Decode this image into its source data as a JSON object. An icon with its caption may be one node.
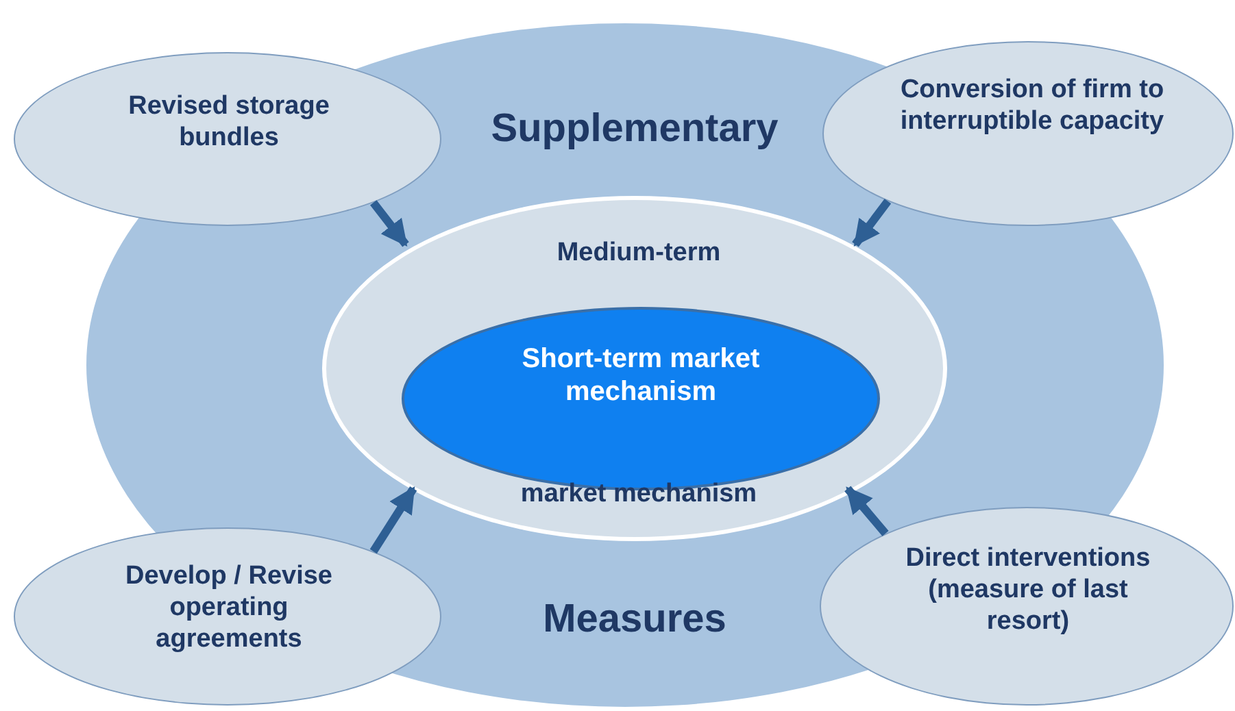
{
  "diagram": {
    "nodes": [
      {
        "text": [
          "Supplementary",
          "Measures"
        ]
      },
      {
        "text": [
          "Medium-term",
          "market mechanism"
        ],
        "in": 0
      },
      {
        "text": [
          "Short-term market mechanism"
        ],
        "in": 1
      },
      {
        "text": [
          "Revised storage bundles"
        ]
      },
      {
        "text": [
          "Conversion of firm to interruptible capacity"
        ]
      },
      {
        "text": [
          "Develop / Revise operating agreements"
        ]
      },
      {
        "text": [
          "Direct interventions (measure of last resort)"
        ]
      }
    ],
    "edges": [
      {
        "from": 3,
        "to": 1,
        "arrow": "to"
      },
      {
        "from": 4,
        "to": 1,
        "arrow": "to"
      },
      {
        "from": 5,
        "to": 1,
        "arrow": "to"
      },
      {
        "from": 6,
        "to": 1,
        "arrow": "to"
      }
    ]
  }
}
